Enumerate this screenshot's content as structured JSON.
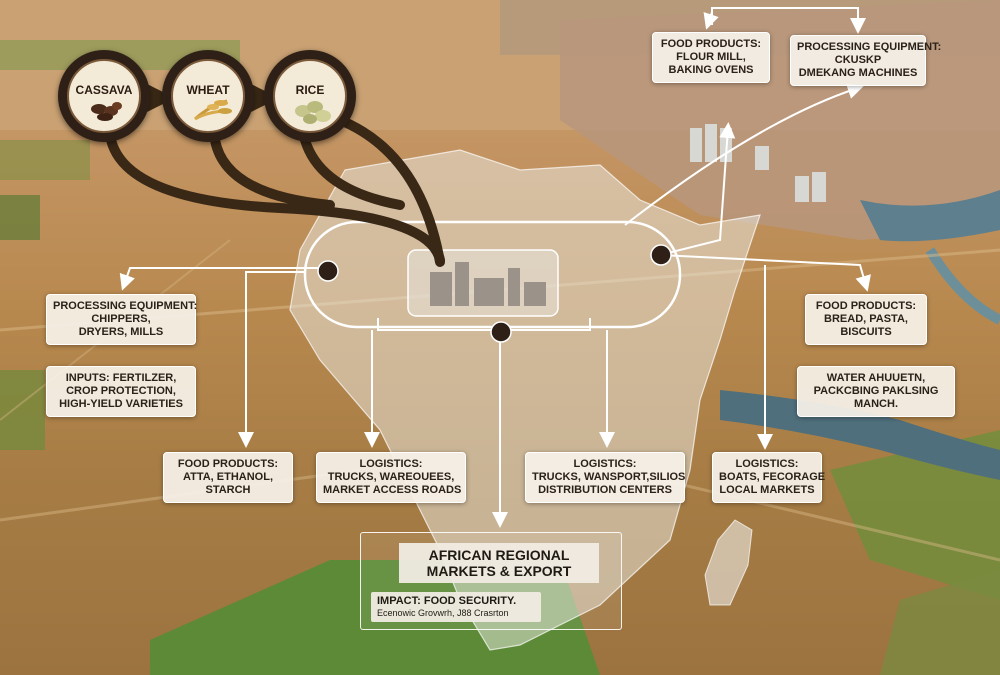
{
  "crops": [
    {
      "name": "CASSAVA"
    },
    {
      "name": "WHEAT"
    },
    {
      "name": "RICE"
    }
  ],
  "labels": {
    "food_products_top": [
      "FOOD PRODUCTS:",
      "FLOUR MILL,",
      "BAKING OVENS"
    ],
    "processing_equipment_top": [
      "PROCESSING EQUIPMENT:",
      "CKUSKP",
      "DMEKANG MACHINES"
    ],
    "processing_equipment_left": [
      "PROCESSING EQUIPMENT:",
      "CHIPPERS,",
      "DRYERS, MILLS"
    ],
    "inputs": [
      "INPUTS: FERTILZER,",
      "CROP PROTECTION,",
      "HIGH-YIELD VARIETIES"
    ],
    "food_products_right": [
      "FOOD PRODUCTS:",
      "BREAD, PASTA,",
      "BISCUITS"
    ],
    "water": [
      "WATER AHUUETN,",
      "PACKCBING PAKLSING",
      "MANCH."
    ],
    "food_products_bottom": [
      "FOOD PRODUCTS:",
      "ATTA, ETHANOL,",
      "STARCH"
    ],
    "logistics_1": [
      "LOGISTICS:",
      "TRUCKS, WAREOUEES,",
      "MARKET ACCESS ROADS"
    ],
    "logistics_2": [
      "LOGISTICS:",
      "TRUCKS, WANSPORT,SILIOS",
      "DISTRIBUTION CENTERS"
    ],
    "logistics_3": [
      "LOGISTICS:",
      "BOATS, FECORAGE",
      "LOCAL MARKETS"
    ]
  },
  "market": {
    "title": [
      "AFRICAN REGIONAL",
      "MARKETS & EXPORT"
    ],
    "impact_line1": "IMPACT: FOOD SECURITY.",
    "impact_line2": "Ecenowic Grovwrh, J88 Crasrton"
  },
  "colors": {
    "arrow": "#ffffff",
    "crop_arrow": "#3a2816",
    "label_bg": "#f6f1e8"
  }
}
